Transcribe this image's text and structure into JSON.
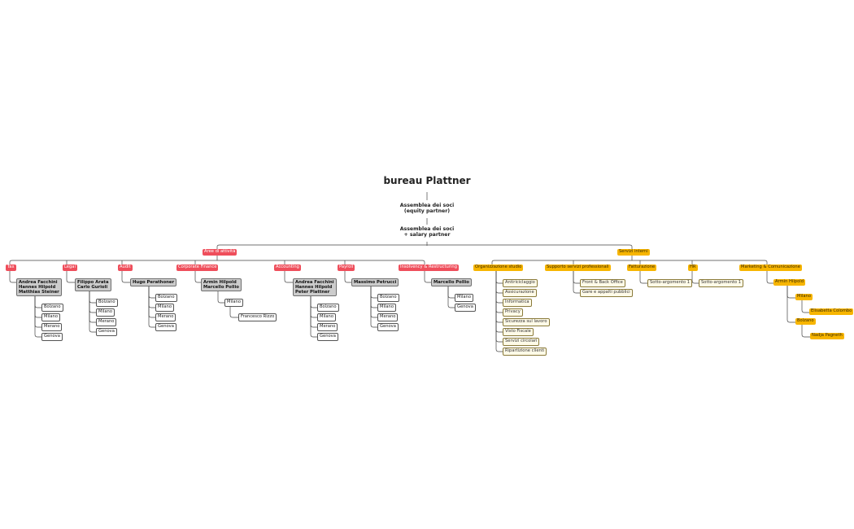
{
  "title": "bureau Plattner",
  "assembly_equity": "Assemblea dei soci\n(equity partner)",
  "assembly_salary": "Assemblea dei soci\n+ salary partner",
  "aree": {
    "label": "Aree di attività",
    "branches": [
      {
        "label": "Tax",
        "partners": "Andrea Facchini\nHannes Hilpold\nMatthias Steiner",
        "offices": [
          "Bolzano",
          "Milano",
          "Merano",
          "Genova"
        ]
      },
      {
        "label": "Legal",
        "partners": "Filippo Arata\nCarlo Gurioli",
        "offices": [
          "Bolzano",
          "Milano",
          "Merano",
          "Genova"
        ]
      },
      {
        "label": "Audit",
        "partners": "Hugo Perathoner",
        "offices": [
          "Bolzano",
          "Milano",
          "Merano",
          "Genova"
        ]
      },
      {
        "label": "Corporate Finance",
        "partners": "Armin Hilpold\nMarcello Pollio",
        "offices": [
          "Milano"
        ],
        "sub": "Francesco Rizzo"
      },
      {
        "label": "Accounting",
        "partners": "Andrea Facchini\nHannes Hilpold\nPeter Plattner",
        "offices": [
          "Bolzano",
          "Milano",
          "Merano",
          "Genova"
        ]
      },
      {
        "label": "Payroll",
        "partners": "Massimo Petrucci",
        "offices": [
          "Bolzano",
          "Milano",
          "Merano",
          "Genova"
        ]
      },
      {
        "label": "Insolvency & Restructuring",
        "partners": "Marcello Pollio",
        "offices": [
          "Milano",
          "Genova"
        ]
      }
    ]
  },
  "servizi": {
    "label": "Servizi interni",
    "branches": [
      {
        "label": "Organizzazione studio",
        "items": [
          "Antiriciclaggio",
          "Assicurazione",
          "Informatica",
          "Privacy",
          "Sicurezza sul lavoro",
          "Visto Fiscale",
          "Servizi circolari",
          "Ripartizione clienti"
        ]
      },
      {
        "label": "Supporto servizi professionali",
        "items": [
          "Front & Back Office",
          "Gare e appalti pubblici"
        ]
      },
      {
        "label": "Fatturazione",
        "items": [
          "Sotto-argomento 1"
        ]
      },
      {
        "label": "HR",
        "items": [
          "Sotto-argomento 1"
        ]
      },
      {
        "label": "Marketing & Comunicazione",
        "person": "Armin Hilpold",
        "offices": [
          {
            "label": "Milano",
            "person": "Elisabetta Colombo"
          },
          {
            "label": "Bolzano",
            "person": "Nadja Pagneth"
          }
        ]
      }
    ]
  },
  "colors": {
    "aree": "#ef4e5b",
    "servizi": "#f7b500",
    "partner_box": "#cccccc",
    "line": "#444444"
  }
}
